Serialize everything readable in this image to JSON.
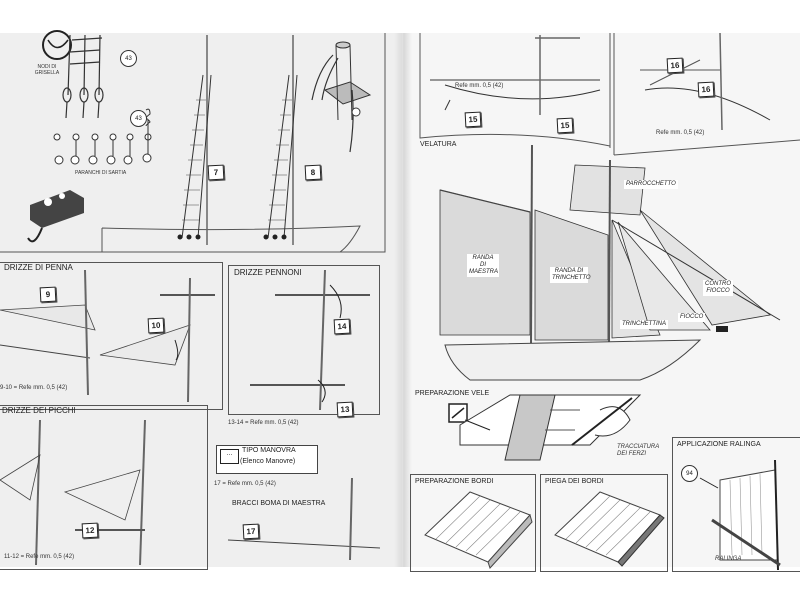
{
  "left_page": {
    "top_left": {
      "label_nodi": "NODI DI GRISELLA",
      "label_paranchi": "PARANCHI DI SARTIA",
      "circle_43a": "43",
      "circle_43b": "43",
      "tag_7": "7",
      "tag_8": "8"
    },
    "drizze_penna": {
      "title": "DRIZZE DI PENNA",
      "tag_9": "9",
      "tag_10": "10",
      "refe": "9-10 = Refe  mm. 0,5 (42)"
    },
    "drizze_pennoni": {
      "title": "DRIZZE PENNONI",
      "tag_14": "14",
      "tag_13": "13",
      "refe": "13-14 = Refe  mm. 0,5 (42)"
    },
    "drizze_picchi": {
      "title": "DRIZZE DEI PICCHI",
      "tag_12": "12",
      "refe": "11-12 = Refe  mm. 0,5 (42)"
    },
    "legend": {
      "box": "...",
      "title": "TIPO MANOVRA",
      "subtitle": "(Elenco Manovre)"
    },
    "line_17": "17 = Refe  mm. 0,5 (42)",
    "bracci": {
      "title": "BRACCI BOMA DI MAESTRA",
      "tag_17": "17"
    }
  },
  "right_page": {
    "top": {
      "refe_left": "Refe  mm. 0,5 (42)",
      "tag_15a": "15",
      "tag_15b": "15",
      "tag_16a": "16",
      "tag_16b": "16",
      "refe_right": "Refe  mm. 0,5 (42)"
    },
    "velatura": {
      "title": "VELATURA",
      "randa_maestra": "RANDA DI MAESTRA",
      "randa_trinchetto": "RANDA DI TRINCHETTO",
      "parrocchetto": "PARROCCHETTO",
      "trinchettina": "TRINCHETTINA",
      "fiocco": "FIOCCO",
      "controfiocco": "CONTRO FIOCCO"
    },
    "preparazione_vele": {
      "title": "PREPARAZIONE VELE",
      "tracciatura": "TRACCIATURA DEI FERZI"
    },
    "applicazione_ralinga": {
      "title": "APPLICAZIONE RALINGA",
      "circle_94": "94",
      "ralinga": "RALINGA"
    },
    "preparazione_bordi": {
      "title": "PREPARAZIONE BORDI"
    },
    "piega_bordi": {
      "title": "PIEGA DEI BORDI"
    }
  }
}
